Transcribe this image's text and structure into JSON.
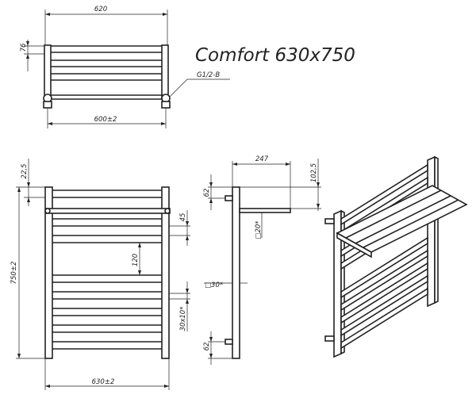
{
  "title": "Comfort 630x750",
  "top_view": {
    "width_dim": "620",
    "depth_dim": "76",
    "connection_label": "G1/2-B",
    "center_dim": "600±2"
  },
  "front_view": {
    "top_offset_dim": "22,5",
    "height_dim": "750±2",
    "bar_pitch_dim": "45",
    "group_gap_dim": "120",
    "bar_section_dim": "30x10*",
    "width_dim": "630±2"
  },
  "side_view": {
    "shelf_depth_dim": "247",
    "shelf_height_dim": "102,5",
    "top_conn_dim": "62",
    "shelf_bar_dim": "□20*",
    "post_section_dim": "□30*",
    "bottom_conn_dim": "62"
  },
  "arrow_glyph": "◄►"
}
